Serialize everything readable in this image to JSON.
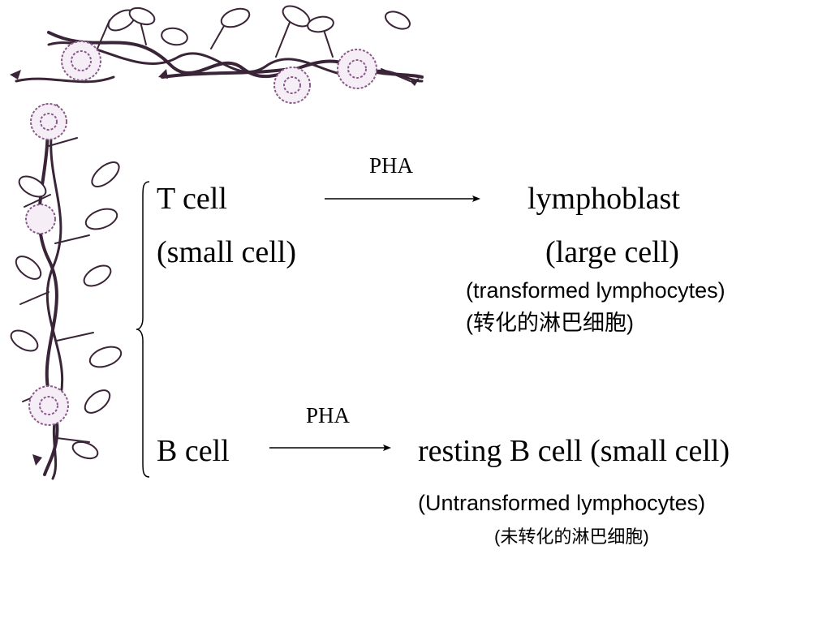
{
  "t_row": {
    "label": "T cell",
    "sublabel": "(small cell)",
    "arrow_label": "PHA",
    "result": "lymphoblast",
    "result_sub": "(large cell)",
    "note_en": "(transformed  lymphocytes)",
    "note_zh": "(转化的淋巴细胞)"
  },
  "b_row": {
    "label": "B cell",
    "arrow_label": "PHA",
    "result": "resting B cell (small cell)",
    "note_en": "(Untransformed  lymphocytes)",
    "note_zh": "(未转化的淋巴细胞)"
  },
  "colors": {
    "text": "#000000",
    "vine": "#3a2438",
    "petal": "#8a5a8a",
    "leaf_fill": "#f6eef6"
  }
}
